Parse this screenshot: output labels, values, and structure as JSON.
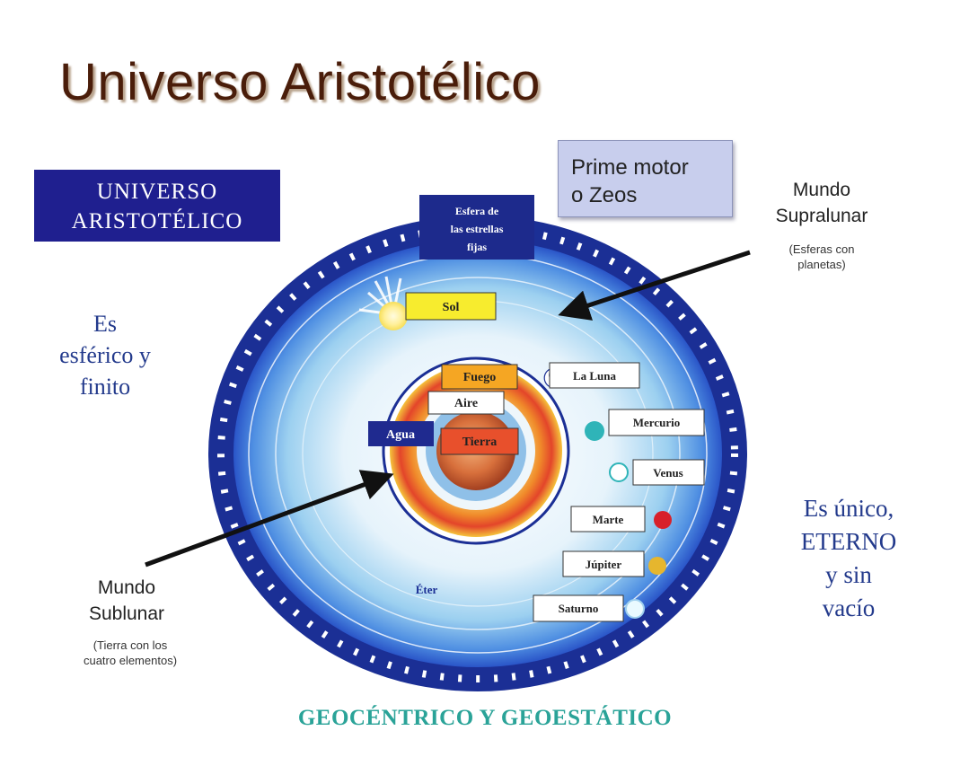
{
  "title": "Universo Aristotélico",
  "universe_box": {
    "line1": "UNIVERSO",
    "line2": "ARISTOTÉLICO"
  },
  "left_text": {
    "line1": "Es",
    "line2": "esférico y",
    "line3": "finito"
  },
  "right_text": {
    "line1": "Es único,",
    "line2": "ETERNO",
    "line3": "y sin",
    "line4": "vacío"
  },
  "prime_motor": {
    "line1": "Prime motor",
    "line2": "o Zeos"
  },
  "supralunar": {
    "line1": "Mundo",
    "line2": "Supralunar",
    "sub1": "(Esferas con",
    "sub2": "planetas)"
  },
  "sublunar": {
    "line1": "Mundo",
    "line2": "Sublunar",
    "sub1": "(Tierra con los",
    "sub2": "cuatro elementos)"
  },
  "footer": "GEOCÉNTRICO Y GEOESTÁTICO",
  "diagram": {
    "stars_sphere": {
      "line1": "Esfera de",
      "line2": "las estrellas",
      "line3": "fijas"
    },
    "sol": "Sol",
    "fuego": "Fuego",
    "aire": "Aire",
    "agua": "Agua",
    "tierra": "Tierra",
    "luna": "La Luna",
    "mercurio": "Mercurio",
    "venus": "Venus",
    "marte": "Marte",
    "jupiter": "Júpiter",
    "saturno": "Saturno",
    "eter": "Éter"
  },
  "colors": {
    "title": "#4a1d0a",
    "navy_box": "#1f1f8f",
    "outer_ring": "#1b2f95",
    "footer": "#2aa398",
    "sol_box": "#f7ec2e",
    "fuego_box": "#f5a623",
    "tierra_box": "#e8502c",
    "agua_box": "#1f2a8f"
  }
}
